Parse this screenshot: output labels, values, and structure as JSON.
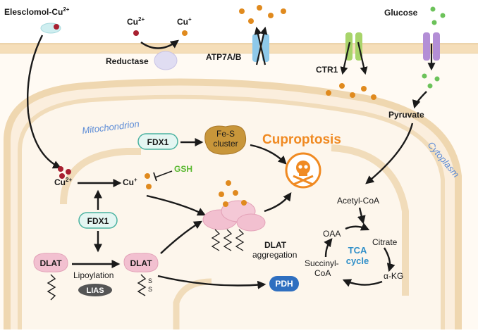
{
  "labels": {
    "elesclomol": "Elesclomol-Cu",
    "elesclomol_sup": "2+",
    "cu2_top": "Cu",
    "cu2_top_sup": "2+",
    "cu1_top": "Cu",
    "cu1_top_sup": "+",
    "reductase": "Reductase",
    "atp7": "ATP7A/B",
    "ctr1": "CTR1",
    "glucose": "Glucose",
    "pyruvate": "Pyruvate",
    "mitochondrion": "Mitochondrion",
    "cytoplasm": "Cytoplasm",
    "fdx1_top": "FDX1",
    "fes_line1": "Fe-S",
    "fes_line2": "cluster",
    "cuproptosis": "Cuproptosis",
    "gsh": "GSH",
    "cu2_mito": "Cu",
    "cu2_mito_sup": "2+",
    "cu1_mito": "Cu",
    "cu1_mito_sup": "+",
    "fdx1_mid": "FDX1",
    "dlat_left": "DLAT",
    "dlat_right": "DLAT",
    "lipoylation": "Lipoylation",
    "lias": "LIAS",
    "s_top": "S",
    "s_bottom": "S",
    "dlat_agg_line1": "DLAT",
    "dlat_agg_line2": "aggregation",
    "acetyl_coa": "Acetyl-CoA",
    "oaa": "OAA",
    "citrate": "Citrate",
    "akg": "α-KG",
    "succinyl_line1": "Succinyl-",
    "succinyl_line2": "CoA",
    "tca_line1": "TCA",
    "tca_line2": "cycle",
    "pdh": "PDH"
  },
  "colors": {
    "membrane_outer": "#f5deb9",
    "membrane_inner": "#fbeedd",
    "copper_dot": "#e08a1e",
    "cu2_dot": "#a82030",
    "glucose_dot": "#6cc25a",
    "cuproptosis": "#f08a22",
    "cytoplasm_label": "#5b8bd6",
    "gsh": "#58b82e",
    "tca": "#2f8fc9",
    "pdh": "#2f6fc0",
    "fdx1_fill": "#e4f6f2",
    "fdx1_stroke": "#4ab2a0",
    "fes_fill": "#c8963a",
    "dlat_fill": "#f2c0d0",
    "transporter_blue": "#8ec9ea",
    "transporter_green": "#a8d46a",
    "transporter_purple": "#b38ed6"
  },
  "icons": [
    "skull-crossbones-icon",
    "tca-cycle-arrows"
  ]
}
